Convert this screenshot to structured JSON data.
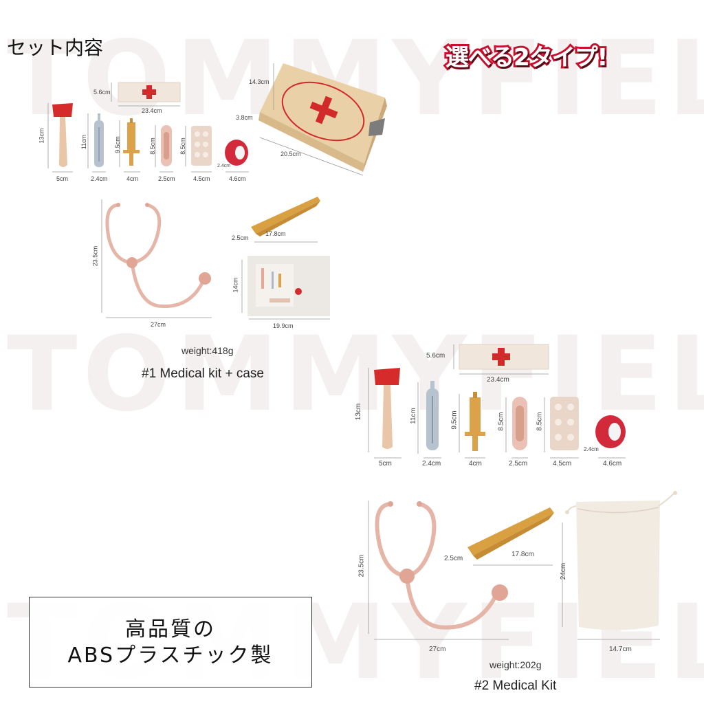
{
  "heading": "セット内容",
  "badge": "選べる2タイプ!",
  "kit1": {
    "weight": "weight:418g",
    "label": "#1 Medical kit + case",
    "dims": {
      "bandage_h": "5.6cm",
      "bandage_w": "23.4cm",
      "hammer_h": "13cm",
      "hammer_w": "5cm",
      "thermo_h": "11cm",
      "thermo_w": "2.4cm",
      "syringe_h": "9.5cm",
      "syringe_w": "4cm",
      "spatula_h": "8.5cm",
      "spatula_w": "2.5cm",
      "pills_h": "8.5cm",
      "pills_w": "4.5cm",
      "tape_d": "2.4cm",
      "tape_w": "4.6cm",
      "case_h": "14.3cm",
      "case_d": "3.8cm",
      "case_w": "20.5cm",
      "steth_h": "23.5cm",
      "steth_w": "27cm",
      "tweezer_h": "2.5cm",
      "tweezer_w": "17.8cm",
      "card_h": "14cm",
      "card_w": "19.9cm"
    }
  },
  "kit2": {
    "weight": "weight:202g",
    "label": "#2 Medical Kit",
    "dims": {
      "bandage_h": "5.6cm",
      "bandage_w": "23.4cm",
      "hammer_h": "13cm",
      "hammer_w": "5cm",
      "thermo_h": "11cm",
      "thermo_w": "2.4cm",
      "syringe_h": "9.5cm",
      "syringe_w": "4cm",
      "spatula_h": "8.5cm",
      "spatula_w": "2.5cm",
      "pills_h": "8.5cm",
      "pills_w": "4.5cm",
      "tape_d": "2.4cm",
      "tape_w": "4.6cm",
      "steth_h": "23.5cm",
      "steth_w": "27cm",
      "tweezer_h": "2.5cm",
      "tweezer_w": "17.8cm",
      "bag_h": "24cm",
      "bag_w": "14.7cm"
    }
  },
  "material_box": {
    "line1": "高品質の",
    "line2": "ABSプラスチック製"
  },
  "watermark": "TOMMYFIELD",
  "colors": {
    "red": "#d22a2a",
    "wood": "#e8cfa4",
    "pink": "#e9b8a9",
    "gray_blue": "#aab8c8",
    "tan": "#d9a54a",
    "linen": "#f2ebe2"
  }
}
